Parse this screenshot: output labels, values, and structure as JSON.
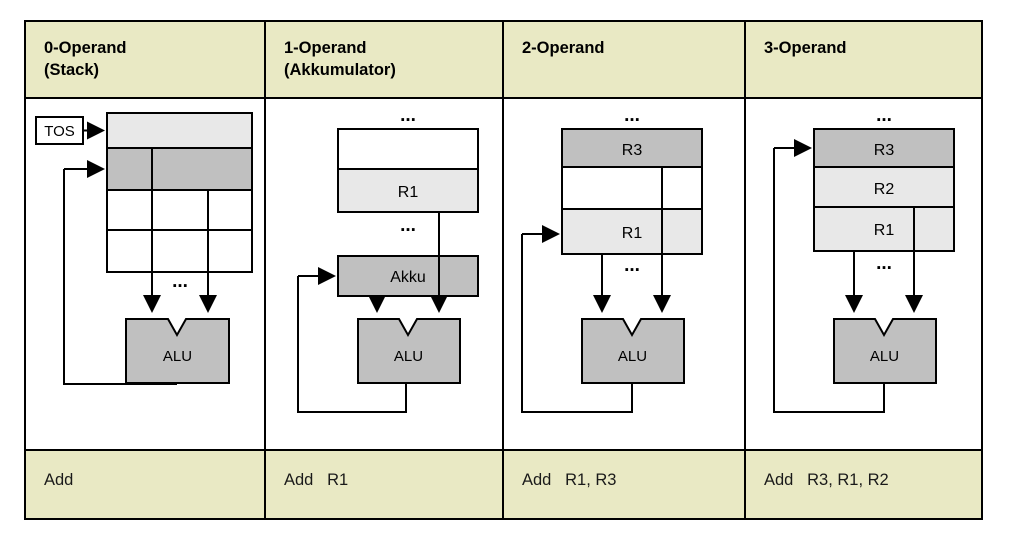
{
  "figure": {
    "title": "Operand count instruction formats",
    "colors": {
      "header_bg": "#e9e9c4",
      "footer_bg": "#e9e9c4",
      "cell_bg": "#ffffff",
      "border": "#000000",
      "fill_dark": "#c0c0c0",
      "fill_light": "#e8e8e8",
      "alu_fill": "#c0c0c0",
      "text": "#000000"
    }
  },
  "columns": [
    {
      "id": "zero-operand",
      "header": "0-Operand\n(Stack)",
      "instruction": "Add",
      "diagram": {
        "name": "stack-diagram",
        "pointer_label": "TOS",
        "alu_label": "ALU",
        "ellipsis": "...",
        "rows": [
          {
            "label": "",
            "fill": "light"
          },
          {
            "label": "",
            "fill": "dark"
          },
          {
            "label": "",
            "fill": "none"
          },
          {
            "label": "",
            "fill": "none"
          }
        ]
      }
    },
    {
      "id": "one-operand",
      "header": "1-Operand\n(Akkumulator)",
      "instruction": "Add   R1",
      "diagram": {
        "name": "accumulator-diagram",
        "accumulator_label": "Akku",
        "alu_label": "ALU",
        "ellipsis_top": "...",
        "ellipsis_bottom": "...",
        "rows": [
          {
            "label": "",
            "fill": "none"
          },
          {
            "label": "R1",
            "fill": "light"
          }
        ]
      }
    },
    {
      "id": "two-operand",
      "header": "2-Operand",
      "instruction": "Add   R1, R3",
      "diagram": {
        "name": "two-operand-diagram",
        "alu_label": "ALU",
        "ellipsis_top": "...",
        "ellipsis_bottom": "...",
        "rows": [
          {
            "label": "R3",
            "fill": "dark"
          },
          {
            "label": "",
            "fill": "none"
          },
          {
            "label": "R1",
            "fill": "light"
          }
        ]
      }
    },
    {
      "id": "three-operand",
      "header": "3-Operand",
      "instruction": "Add   R3, R1, R2",
      "diagram": {
        "name": "three-operand-diagram",
        "alu_label": "ALU",
        "ellipsis_top": "...",
        "ellipsis_bottom": "...",
        "rows": [
          {
            "label": "R3",
            "fill": "dark"
          },
          {
            "label": "R2",
            "fill": "light"
          },
          {
            "label": "R1",
            "fill": "light"
          }
        ]
      }
    }
  ]
}
